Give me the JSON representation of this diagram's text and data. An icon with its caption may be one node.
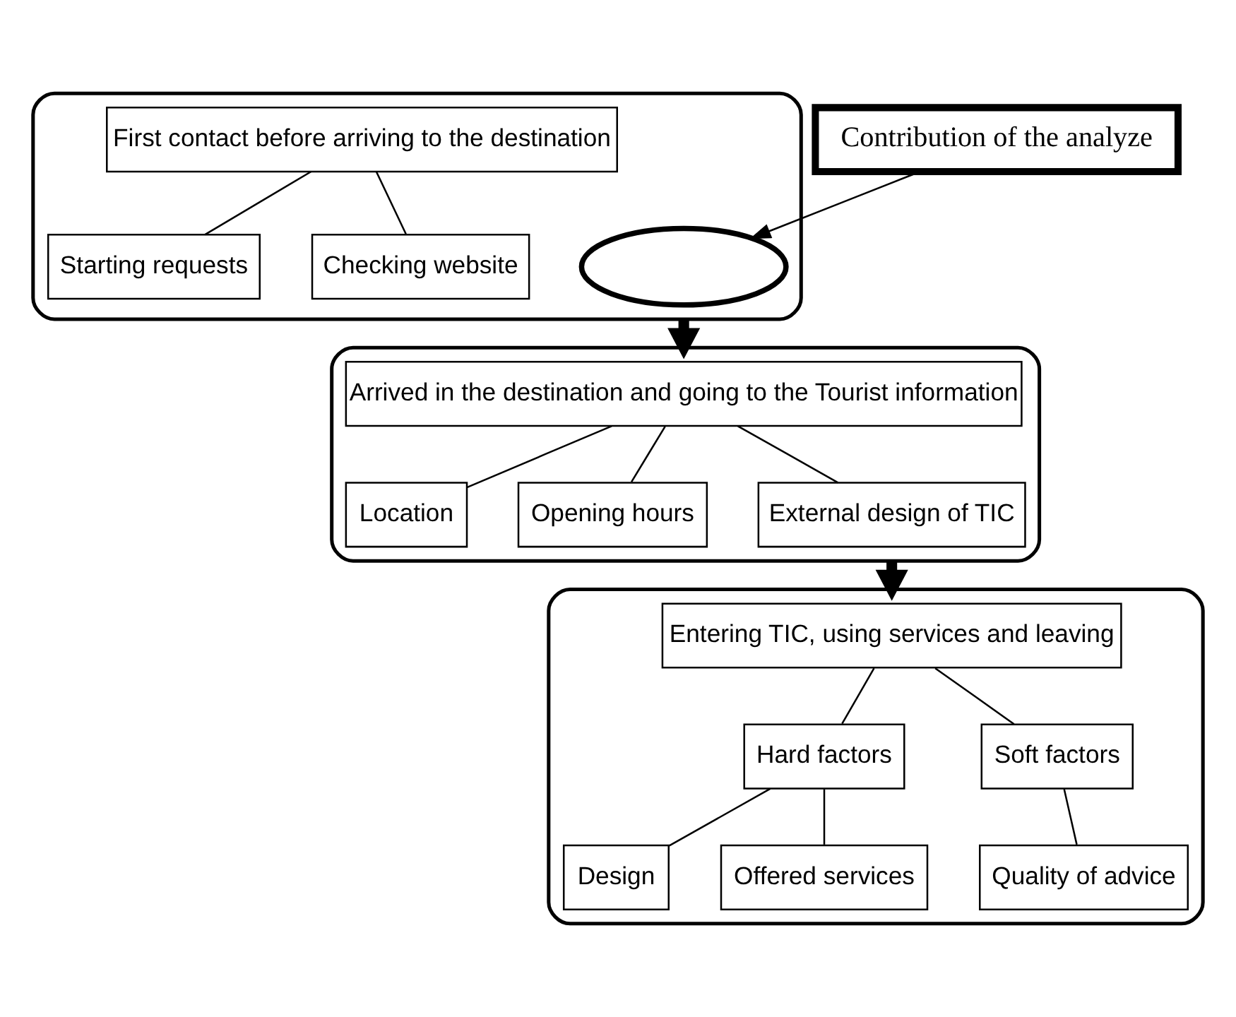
{
  "diagram": {
    "nodes": [
      {
        "text": [],
        "shape": "box"
      },
      {
        "text": [
          "First contact before arriving to the destination"
        ],
        "in": 0
      },
      {
        "text": [
          "Starting requests"
        ],
        "in": 0
      },
      {
        "text": [
          "Checking website"
        ],
        "in": 0
      },
      {
        "text": [],
        "shape": "circle",
        "in": 0
      },
      {
        "text": [
          "Contribution of the analyze"
        ]
      },
      {
        "text": [],
        "shape": "box"
      },
      {
        "text": [
          "Arrived in the destination and going to the Tourist information"
        ],
        "in": 6
      },
      {
        "text": [
          "Location"
        ],
        "in": 6
      },
      {
        "text": [
          "Opening hours"
        ],
        "in": 6
      },
      {
        "text": [
          "External design of TIC"
        ],
        "in": 6
      },
      {
        "text": [],
        "shape": "box"
      },
      {
        "text": [
          "Entering TIC, using services and leaving"
        ],
        "in": 11
      },
      {
        "text": [
          "Hard factors"
        ],
        "in": 11
      },
      {
        "text": [
          "Soft factors"
        ],
        "in": 11
      },
      {
        "text": [
          "Design"
        ],
        "in": 11
      },
      {
        "text": [
          "Offered services"
        ],
        "in": 11
      },
      {
        "text": [
          "Quality of advice"
        ],
        "in": 11
      }
    ],
    "edges": [
      {
        "from": 1,
        "to": 2,
        "arrow": "none"
      },
      {
        "from": 1,
        "to": 3,
        "arrow": "none"
      },
      {
        "from": 5,
        "to": 4,
        "arrow": "to"
      },
      {
        "from": 0,
        "to": 6,
        "arrow": "to",
        "style": "thick"
      },
      {
        "from": 7,
        "to": 8,
        "arrow": "none"
      },
      {
        "from": 7,
        "to": 9,
        "arrow": "none"
      },
      {
        "from": 7,
        "to": 10,
        "arrow": "none"
      },
      {
        "from": 6,
        "to": 11,
        "arrow": "to",
        "style": "thick"
      },
      {
        "from": 12,
        "to": 13,
        "arrow": "none"
      },
      {
        "from": 12,
        "to": 14,
        "arrow": "none"
      },
      {
        "from": 13,
        "to": 15,
        "arrow": "none"
      },
      {
        "from": 13,
        "to": 16,
        "arrow": "none"
      },
      {
        "from": 14,
        "to": 17,
        "arrow": "none"
      }
    ]
  }
}
